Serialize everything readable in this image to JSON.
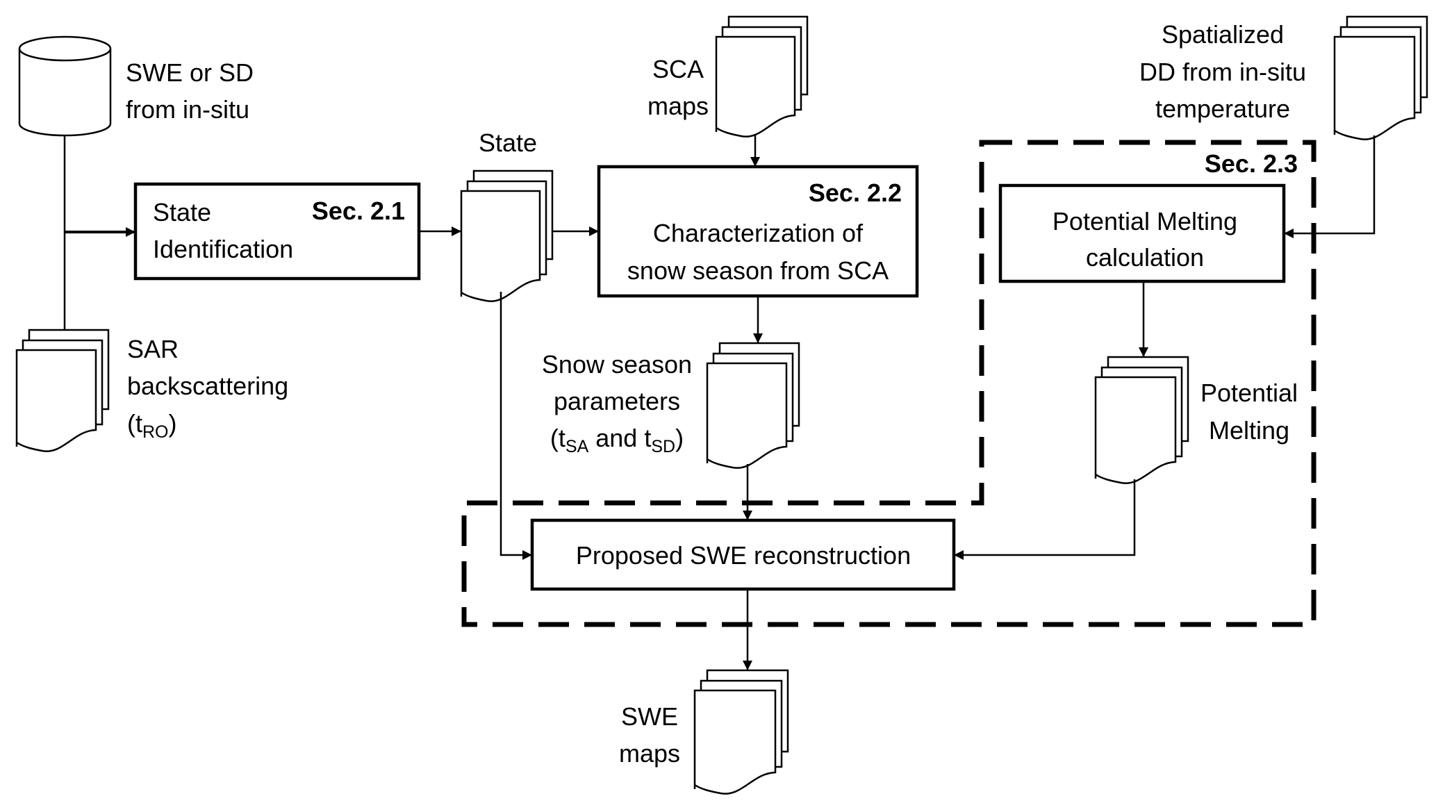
{
  "diagram": {
    "type": "flowchart",
    "colors": {
      "stroke": "#000000",
      "background": "#ffffff"
    },
    "inputs": {
      "in_situ": {
        "icon": "database-icon",
        "lines": [
          "SWE or SD",
          "from in-situ"
        ]
      },
      "sar": {
        "icon": "document-stack-icon",
        "lines": [
          "SAR",
          "backscattering"
        ],
        "line3_prefix": "(t",
        "line3_sub": "RO",
        "line3_suffix": ")"
      },
      "sca_maps": {
        "icon": "document-stack-icon",
        "lines": [
          "SCA",
          "maps"
        ]
      },
      "spatialized_dd": {
        "icon": "document-stack-icon",
        "lines": [
          "Spatialized",
          "DD from in-situ",
          "temperature"
        ]
      }
    },
    "processes": {
      "state_identification": {
        "section": "Sec. 2.1",
        "lines": [
          "State",
          "Identification"
        ]
      },
      "snow_season": {
        "section": "Sec. 2.2",
        "lines": [
          "Characterization of",
          "snow season from SCA"
        ]
      },
      "potential_melting_calc": {
        "lines": [
          "Potential Melting",
          "calculation"
        ]
      },
      "swe_reconstruction": {
        "label": "Proposed SWE reconstruction"
      }
    },
    "groups": {
      "sec_2_3": {
        "label": "Sec. 2.3"
      }
    },
    "intermediate": {
      "state": {
        "icon": "document-stack-icon",
        "label": "State"
      },
      "snow_season_params": {
        "icon": "document-stack-icon",
        "lines": [
          "Snow season",
          "parameters"
        ],
        "line3": {
          "p1": "(t",
          "s1": "SA",
          "p2": " and t",
          "s2": "SD",
          "p3": ")"
        }
      },
      "potential_melting": {
        "icon": "document-stack-icon",
        "lines": [
          "Potential",
          "Melting"
        ]
      }
    },
    "outputs": {
      "swe_maps": {
        "icon": "document-stack-icon",
        "lines": [
          "SWE",
          "maps"
        ]
      }
    },
    "edges": [
      [
        "in_situ",
        "state_identification"
      ],
      [
        "sar",
        "state_identification"
      ],
      [
        "state_identification",
        "state"
      ],
      [
        "state",
        "snow_season"
      ],
      [
        "sca_maps",
        "snow_season"
      ],
      [
        "snow_season",
        "snow_season_params"
      ],
      [
        "state",
        "swe_reconstruction"
      ],
      [
        "snow_season_params",
        "swe_reconstruction"
      ],
      [
        "spatialized_dd",
        "potential_melting_calc"
      ],
      [
        "potential_melting_calc",
        "potential_melting"
      ],
      [
        "potential_melting",
        "swe_reconstruction"
      ],
      [
        "swe_reconstruction",
        "swe_maps"
      ]
    ]
  }
}
